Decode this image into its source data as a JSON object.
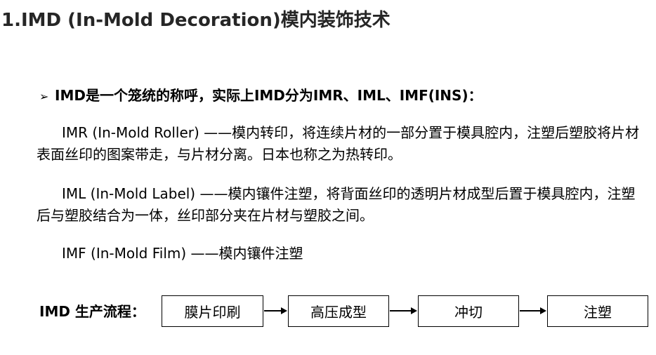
{
  "title": "1.IMD (In-Mold Decoration)模内装饰技术",
  "bullet": {
    "marker": "➢",
    "text": "IMD是一个笼统的称呼，实际上IMD分为IMR、IML、IMF(INS)："
  },
  "paragraphs": [
    "IMR (In-Mold Roller) ——模内转印，将连续片材的一部分置于模具腔内，注塑后塑胶将片材表面丝印的图案带走，与片材分离。日本也称之为热转印。",
    "IML (In-Mold Label) ——模内镶件注塑，将背面丝印的透明片材成型后置于模具腔内，注塑后与塑胶结合为一体，丝印部分夹在片材与塑胶之间。",
    "IMF (In-Mold Film) ——模内镶件注塑"
  ],
  "flow": {
    "label": "IMD 生产流程：",
    "steps": [
      "膜片印刷",
      "高压成型",
      "冲切",
      "注塑"
    ]
  }
}
